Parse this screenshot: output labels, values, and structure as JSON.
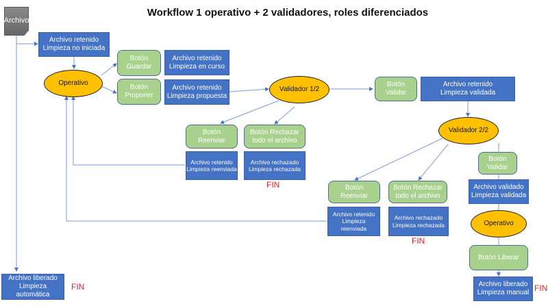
{
  "title": "Workflow 1 operativo + 2 validadores, roles diferenciados",
  "nodes": {
    "archivo": "Archivo",
    "retenido_no_iniciada": "Archivo retenido\nLimpieza no iniciada",
    "operativo_1": "Operativo",
    "boton_guardar": "Botón\nGuardar",
    "boton_proponer": "Botón\nProponer",
    "retenido_en_curso": "Archivo retenido\nLimpieza en curso",
    "retenido_propuesta": "Archivo retenido\nLimpieza propuesta",
    "validador_1": "Validador 1/2",
    "boton_validar_1": "Botón\nValidar",
    "retenido_validada": "Archivo retenido\nLimpieza validada",
    "boton_reenviar_1": "Botón\nReenviar",
    "boton_rechazar_1": "Botón Rechazar\ntodo el archivo",
    "retenido_reenviada_1": "Archivo retenido\nLimpieza reenviada",
    "rechazado_1": "Archivo rechazado\nLimpieza rechazada",
    "validador_2": "Validador 2/2",
    "boton_validar_2": "Botón\nValidar",
    "validado": "Archivo validado\nLimpieza validada",
    "boton_reenviar_2": "Botón\nReenviar",
    "boton_rechazar_2": "Botón Rechazar\ntodo el archivo",
    "retenido_reenviada_2": "Archivo retenido\nLimpieza\nreenviada",
    "rechazado_2": "Archivo rechazado\nLimpieza rechazada",
    "operativo_2": "Operativo",
    "boton_liberar": "Botón Liberar",
    "liberado_manual": "Archivo liberado\nLimpieza manual",
    "liberado_automatica": "Archivo liberado\nLimpieza\nautomática"
  },
  "end_labels": {
    "fin_rechazo_1": "FIN",
    "fin_rechazo_2": "FIN",
    "fin_manual": "FIN",
    "fin_automatica": "FIN"
  },
  "colors": {
    "state_box": "#4472c4",
    "button_box": "#a9d18e",
    "role_oval": "#ffc000",
    "connector": "#6f93d4",
    "fin": "#e02020"
  }
}
